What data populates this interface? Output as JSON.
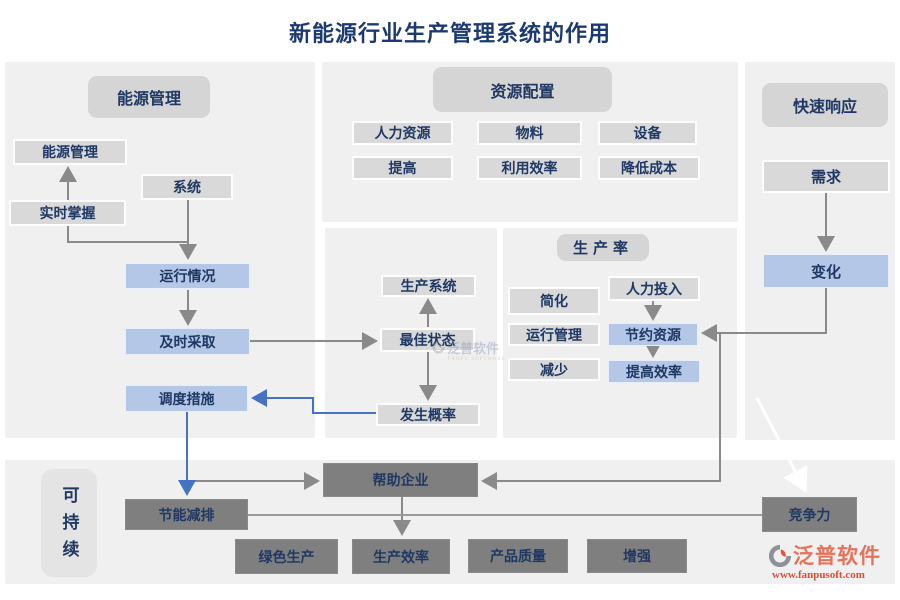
{
  "title": "新能源行业生产管理系统的作用",
  "panels": {
    "energy": {
      "header": "能源管理"
    },
    "resource": {
      "header": "资源配置"
    },
    "productivity": {
      "header": "生产率"
    },
    "quick_response": {
      "header": "快速响应"
    },
    "sustainable": {
      "header": "可持续"
    }
  },
  "nodes": {
    "energy_mgmt": "能源管理",
    "system": "系统",
    "realtime_grasp": "实时掌握",
    "operation_status": "运行情况",
    "timely_action": "及时采取",
    "dispatch_measures": "调度措施",
    "human_resources": "人力资源",
    "materials": "物料",
    "equipment": "设备",
    "improve": "提高",
    "utilization_efficiency": "利用效率",
    "cost_reduction": "降低成本",
    "production_system": "生产系统",
    "optimal_state": "最佳状态",
    "occurrence_probability": "发生概率",
    "simplify": "简化",
    "operation_mgmt": "运行管理",
    "reduce": "减少",
    "labor_input": "人力投入",
    "save_resources": "节约资源",
    "improve_efficiency": "提高效率",
    "demand": "需求",
    "change": "变化",
    "energy_saving": "节能减排",
    "help_enterprise": "帮助企业",
    "competitiveness": "竞争力",
    "green_production": "绿色生产",
    "production_efficiency": "生产效率",
    "product_quality": "产品质量",
    "enhance": "增强"
  },
  "watermark_center": {
    "brand": "泛普软件",
    "sub": "FANPU SOFTWARE"
  },
  "watermark_corner": {
    "brand": "泛普软件",
    "url": "www.fanpusoft.com"
  },
  "colors": {
    "navy_text": "#1f3864",
    "blue_fill": "#b4c7e7",
    "gray_fill": "#d9d9d9",
    "dark_fill": "#7f7f7f",
    "panel_bg": "#f0f0f0",
    "arrow_gray": "#8a8a8a",
    "arrow_blue": "#4472c4",
    "brand_orange": "#e4735c",
    "brand_red": "#d94f36"
  }
}
